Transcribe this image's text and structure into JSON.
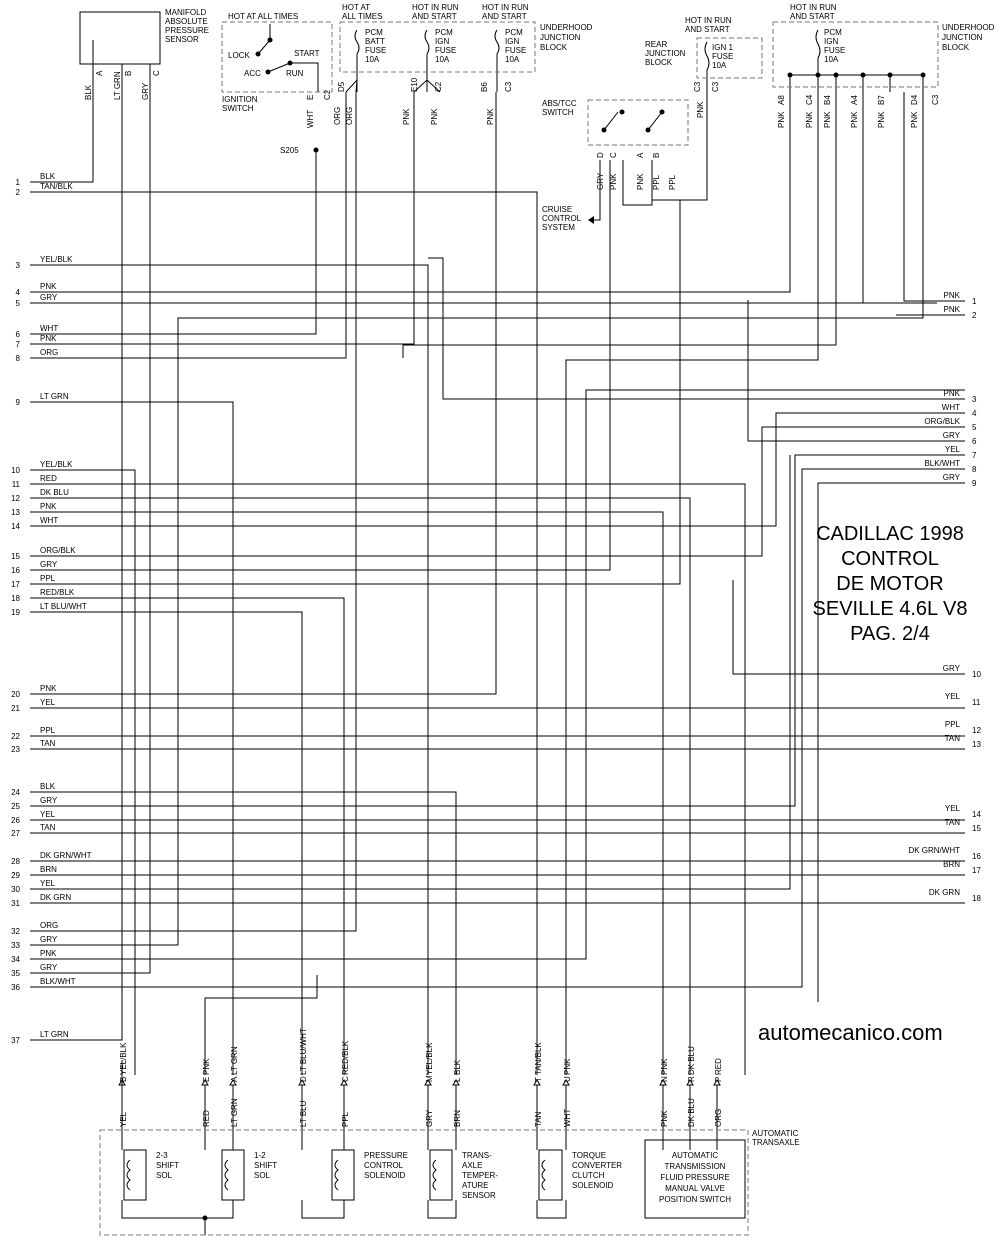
{
  "title_lines": [
    "CADILLAC 1998",
    "CONTROL",
    "DE MOTOR",
    "SEVILLE 4.6L V8",
    "PAG. 2/4"
  ],
  "website": "automecanico.com",
  "top": {
    "map_sensor": [
      "MANIFOLD",
      "ABSOLUTE",
      "PRESSURE",
      "SENSOR"
    ],
    "map_pins": [
      {
        "color": "BLK",
        "pin": "A"
      },
      {
        "color": "LT GRN",
        "pin": "B"
      },
      {
        "color": "GRY",
        "pin": "C"
      }
    ],
    "ignition": {
      "hot": "HOT AT ALL TIMES",
      "positions": [
        "LOCK",
        "ACC",
        "START",
        "RUN"
      ],
      "name": [
        "IGNITION",
        "SWITCH"
      ],
      "pins": [
        {
          "color": "WHT",
          "pin": "E",
          "conn": "C2"
        }
      ]
    },
    "splice": "S205",
    "uhjb1": {
      "name": [
        "UNDERHOOD",
        "JUNCTION",
        "BLOCK"
      ],
      "fuses": [
        {
          "hot": [
            "HOT AT",
            "ALL TIMES"
          ],
          "label": [
            "PCM",
            "BATT",
            "FUSE",
            "10A"
          ],
          "pin": "D5",
          "colors": [
            "ORG",
            "ORG"
          ]
        },
        {
          "hot": [
            "HOT IN RUN",
            "AND START"
          ],
          "label": [
            "PCM",
            "IGN",
            "FUSE",
            "10A"
          ],
          "pin": "E10",
          "conn": "C2",
          "colors": [
            "PNK",
            "PNK"
          ]
        },
        {
          "hot": [
            "HOT IN RUN",
            "AND START"
          ],
          "label": [
            "PCM",
            "IGN",
            "FUSE",
            "10A"
          ],
          "pin": "B6",
          "conn": "C3",
          "colors": [
            "PNK"
          ]
        }
      ]
    },
    "absw": {
      "name": [
        "ABS/TCC",
        "SWITCH"
      ],
      "pins": [
        {
          "pin": "D",
          "color": "GRY"
        },
        {
          "pin": "C",
          "color": "PNK"
        },
        {
          "pin": "A",
          "color": "PNK"
        },
        {
          "pin": "B",
          "color": "PPL"
        },
        {
          "pin": "",
          "color": "PPL"
        }
      ]
    },
    "cruise": [
      "CRUISE",
      "CONTROL",
      "SYSTEM"
    ],
    "rjb": {
      "hot": [
        "HOT IN RUN",
        "AND START"
      ],
      "name": [
        "REAR",
        "JUNCTION",
        "BLOCK"
      ],
      "label": [
        "IGN 1",
        "FUSE",
        "10A"
      ],
      "pin": "C3",
      "conn": "C3",
      "color": "PNK"
    },
    "uhjb2": {
      "hot": [
        "HOT IN RUN",
        "AND START"
      ],
      "label": [
        "PCM",
        "IGN",
        "FUSE",
        "10A"
      ],
      "name": [
        "UNDERHOOD",
        "JUNCTION",
        "BLOCK"
      ],
      "conn": "C3",
      "pins": [
        {
          "color": "PNK",
          "pin": "A8"
        },
        {
          "color": "PNK",
          "pin": "C4"
        },
        {
          "color": "PNK",
          "pin": "B4"
        },
        {
          "color": "PNK",
          "pin": "A4"
        },
        {
          "color": "PNK",
          "pin": "B7"
        },
        {
          "color": "PNK",
          "pin": "D4"
        }
      ]
    }
  },
  "left_wires": [
    {
      "n": "1",
      "label": "BLK"
    },
    {
      "n": "2",
      "label": "TAN/BLK"
    },
    {
      "n": "3",
      "label": "YEL/BLK"
    },
    {
      "n": "4",
      "label": "PNK"
    },
    {
      "n": "5",
      "label": "GRY"
    },
    {
      "n": "6",
      "label": "WHT"
    },
    {
      "n": "7",
      "label": "PNK"
    },
    {
      "n": "8",
      "label": "ORG"
    },
    {
      "n": "9",
      "label": "LT GRN"
    },
    {
      "n": "10",
      "label": "YEL/BLK"
    },
    {
      "n": "11",
      "label": "RED"
    },
    {
      "n": "12",
      "label": "DK BLU"
    },
    {
      "n": "13",
      "label": "PNK"
    },
    {
      "n": "14",
      "label": "WHT"
    },
    {
      "n": "15",
      "label": "ORG/BLK"
    },
    {
      "n": "16",
      "label": "GRY"
    },
    {
      "n": "17",
      "label": "PPL"
    },
    {
      "n": "18",
      "label": "RED/BLK"
    },
    {
      "n": "19",
      "label": "LT BLU/WHT"
    },
    {
      "n": "20",
      "label": "PNK"
    },
    {
      "n": "21",
      "label": "YEL"
    },
    {
      "n": "22",
      "label": "PPL"
    },
    {
      "n": "23",
      "label": "TAN"
    },
    {
      "n": "24",
      "label": "BLK"
    },
    {
      "n": "25",
      "label": "GRY"
    },
    {
      "n": "26",
      "label": "YEL"
    },
    {
      "n": "27",
      "label": "TAN"
    },
    {
      "n": "28",
      "label": "DK GRN/WHT"
    },
    {
      "n": "29",
      "label": "BRN"
    },
    {
      "n": "30",
      "label": "YEL"
    },
    {
      "n": "31",
      "label": "DK GRN"
    },
    {
      "n": "32",
      "label": "ORG"
    },
    {
      "n": "33",
      "label": "GRY"
    },
    {
      "n": "34",
      "label": "PNK"
    },
    {
      "n": "35",
      "label": "GRY"
    },
    {
      "n": "36",
      "label": "BLK/WHT"
    },
    {
      "n": "37",
      "label": "LT GRN"
    }
  ],
  "right_wires": [
    {
      "n": "1",
      "label": "PNK"
    },
    {
      "n": "2",
      "label": "PNK"
    },
    {
      "n": "3",
      "label": "PNK"
    },
    {
      "n": "4",
      "label": "WHT"
    },
    {
      "n": "5",
      "label": "ORG/BLK"
    },
    {
      "n": "6",
      "label": "GRY"
    },
    {
      "n": "7",
      "label": "YEL"
    },
    {
      "n": "8",
      "label": "BLK/WHT"
    },
    {
      "n": "9",
      "label": "GRY"
    },
    {
      "n": "10",
      "label": "GRY"
    },
    {
      "n": "11",
      "label": "YEL"
    },
    {
      "n": "12",
      "label": "PPL"
    },
    {
      "n": "13",
      "label": "TAN"
    },
    {
      "n": "14",
      "label": "YEL"
    },
    {
      "n": "15",
      "label": "TAN"
    },
    {
      "n": "16",
      "label": "DK GRN/WHT"
    },
    {
      "n": "17",
      "label": "BRN"
    },
    {
      "n": "18",
      "label": "DK GRN"
    }
  ],
  "trans_pins": [
    {
      "pin": "B",
      "color": "YEL/BLK",
      "inner": "YEL"
    },
    {
      "pin": "E",
      "color": "PNK",
      "inner": "RED"
    },
    {
      "pin": "A",
      "color": "LT GRN",
      "inner": "LT GRN"
    },
    {
      "pin": "D",
      "color": "LT BLU/WHT",
      "inner": "LT BLU"
    },
    {
      "pin": "C",
      "color": "RED/BLK",
      "inner": "PPL"
    },
    {
      "pin": "M",
      "color": "YEL/BLK",
      "inner": "GRY"
    },
    {
      "pin": "L",
      "color": "BLK",
      "inner": "BRN"
    },
    {
      "pin": "T",
      "color": "TAN/BLK",
      "inner": "TAN"
    },
    {
      "pin": "U",
      "color": "PNK",
      "inner": "WHT"
    },
    {
      "pin": "N",
      "color": "PNK",
      "inner": "PNK"
    },
    {
      "pin": "R",
      "color": "DK BLU",
      "inner": "DK BLU"
    },
    {
      "pin": "P",
      "color": "RED",
      "inner": "ORG"
    }
  ],
  "transaxle": {
    "name": [
      "AUTOMATIC",
      "TRANSAXLE"
    ],
    "components": [
      {
        "name": [
          "2-3",
          "SHIFT",
          "SOL"
        ]
      },
      {
        "name": [
          "1-2",
          "SHIFT",
          "SOL"
        ]
      },
      {
        "name": [
          "PRESSURE",
          "CONTROL",
          "SOLENOID"
        ]
      },
      {
        "name": [
          "TRANS-",
          "AXLE",
          "TEMPER-",
          "ATURE",
          "SENSOR"
        ]
      },
      {
        "name": [
          "TORQUE",
          "CONVERTER",
          "CLUTCH",
          "SOLENOID"
        ]
      },
      {
        "name": [
          "AUTOMATIC",
          "TRANSMISSION",
          "FLUID PRESSURE",
          "MANUAL VALVE",
          "POSITION SWITCH"
        ]
      }
    ]
  }
}
